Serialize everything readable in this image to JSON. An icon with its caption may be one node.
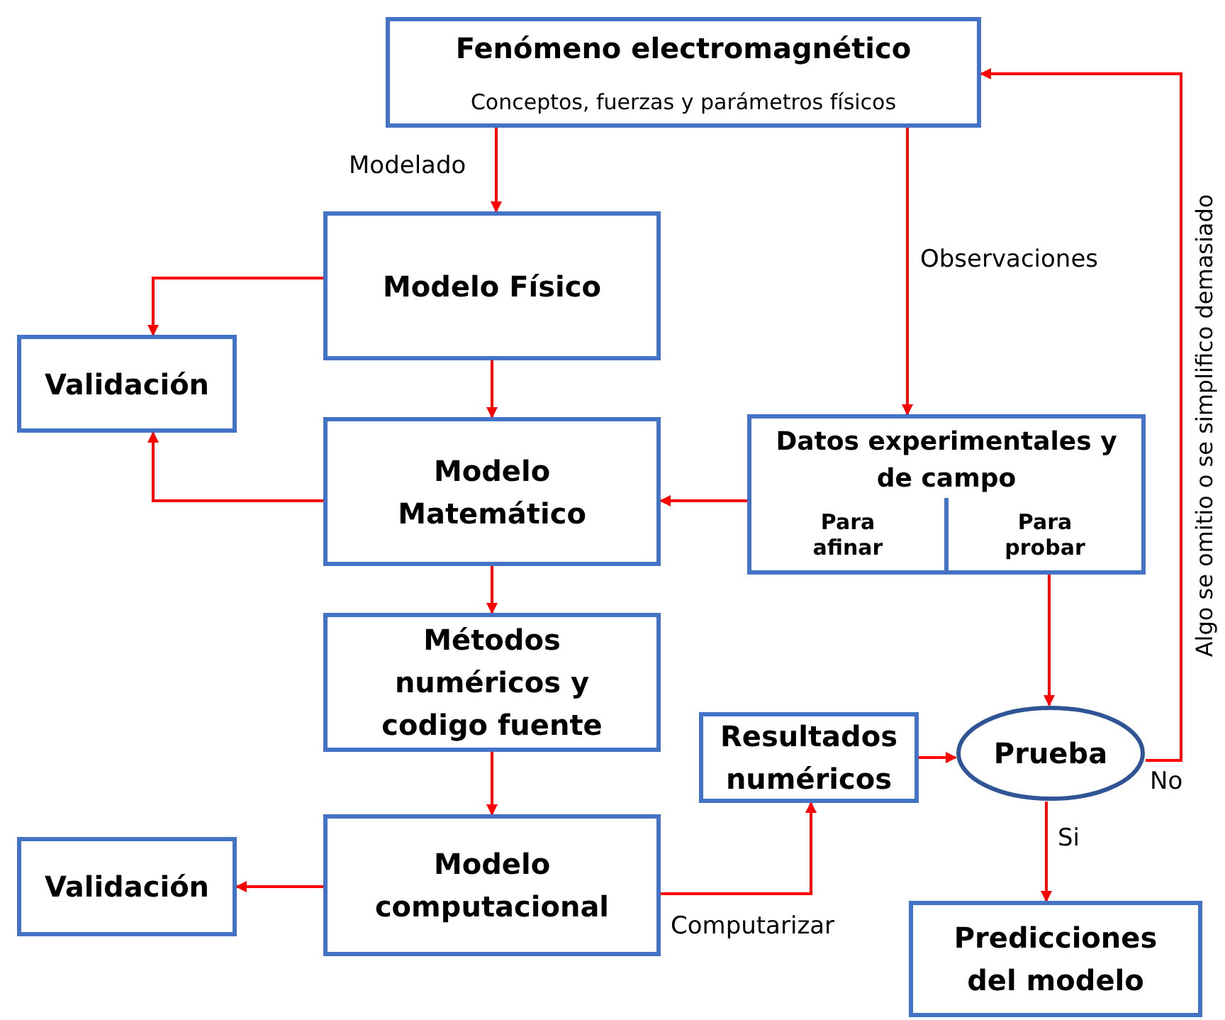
{
  "diagram": {
    "nodes": [
      {
        "text": [
          "Fenómeno electromagnético",
          "Conceptos, fuerzas y parámetros físicos"
        ]
      },
      {
        "text": [
          "Modelo Físico"
        ]
      },
      {
        "text": [
          "Validación"
        ]
      },
      {
        "text": [
          "Modelo Matemático"
        ]
      },
      {
        "text": [
          "Datos experimentales y de campo",
          "Para afinar",
          "Para probar"
        ]
      },
      {
        "text": [
          "Métodos numéricos y codigo fuente"
        ]
      },
      {
        "text": [
          "Resultados numéricos"
        ]
      },
      {
        "text": [
          "Prueba"
        ]
      },
      {
        "text": [
          "Validación"
        ]
      },
      {
        "text": [
          "Modelo computacional"
        ]
      },
      {
        "text": [
          "Predicciones del modelo"
        ]
      }
    ],
    "edges": [
      {
        "from": 0,
        "to": 1,
        "arrow": "to",
        "label": "Modelado"
      },
      {
        "from": 0,
        "to": 4,
        "arrow": "to",
        "label": "Observaciones"
      },
      {
        "from": 1,
        "to": 2,
        "arrow": "to"
      },
      {
        "from": 1,
        "to": 3,
        "arrow": "to"
      },
      {
        "from": 3,
        "to": 2,
        "arrow": "to"
      },
      {
        "from": 4,
        "to": 3,
        "arrow": "to"
      },
      {
        "from": 3,
        "to": 5,
        "arrow": "to"
      },
      {
        "from": 5,
        "to": 9,
        "arrow": "to"
      },
      {
        "from": 9,
        "to": 8,
        "arrow": "to"
      },
      {
        "from": 9,
        "to": 6,
        "arrow": "to",
        "label": "Computarizar"
      },
      {
        "from": 6,
        "to": 7,
        "arrow": "to"
      },
      {
        "from": 4,
        "to": 7,
        "arrow": "to"
      },
      {
        "from": 7,
        "to": 10,
        "arrow": "to",
        "label": "Si"
      },
      {
        "from": 7,
        "to": 0,
        "arrow": "to",
        "label": "No"
      }
    ],
    "labels": [
      "Algo se omitio o se simplifico demasiado"
    ]
  }
}
